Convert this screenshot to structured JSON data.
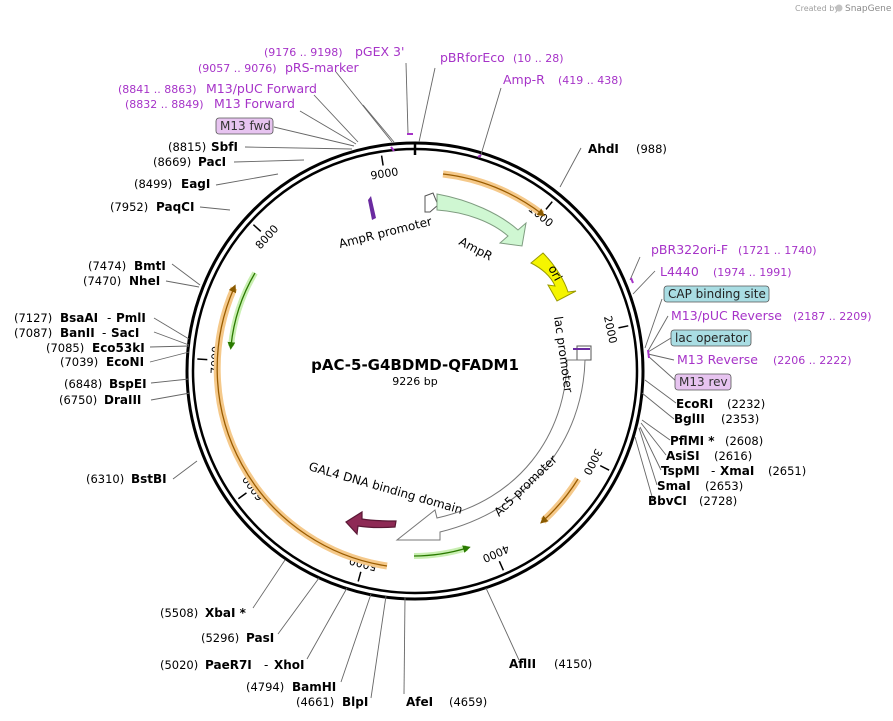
{
  "watermark": "Created by",
  "brand": "SnapGene",
  "plasmid": {
    "name": "pAC-5-G4BDMD-QFADM1",
    "size": "9226 bp"
  },
  "ticks": [
    "1000",
    "2000",
    "3000",
    "4000",
    "5000",
    "6000",
    "7000",
    "8000",
    "9000"
  ],
  "features": {
    "ampr_promoter": "AmpR promoter",
    "ampr": "AmpR",
    "ori": "ori",
    "lac_promoter": "lac promoter",
    "ac5_promoter": "Ac5 promoter",
    "gal4": "GAL4 DNA binding domain"
  },
  "primers": {
    "pgex3": {
      "name": "pGEX 3'",
      "range": "(9176 .. 9198)"
    },
    "prs_marker": {
      "name": "pRS-marker",
      "range": "(9057 .. 9076)"
    },
    "pbrforeco": {
      "name": "pBRforEco",
      "range": "(10 .. 28)"
    },
    "ampr": {
      "name": "Amp-R",
      "range": "(419 .. 438)"
    },
    "m13puc_fwd": {
      "name": "M13/pUC Forward",
      "range": "(8841 .. 8863)"
    },
    "m13_forward": {
      "name": "M13 Forward",
      "range": "(8832 .. 8849)"
    },
    "m13_fwd_box": "M13 fwd",
    "pbr322ori": {
      "name": "pBR322ori-F",
      "range": "(1721 .. 1740)"
    },
    "l4440": {
      "name": "L4440",
      "range": "(1974 .. 1991)"
    },
    "cap_binding": "CAP binding site",
    "m13puc_rev": {
      "name": "M13/pUC Reverse",
      "range": "(2187 .. 2209)"
    },
    "lac_operator": "lac operator",
    "m13_reverse": {
      "name": "M13 Reverse",
      "range": "(2206 .. 2222)"
    },
    "m13_rev_box": "M13 rev"
  },
  "sites_left": [
    {
      "pos": "(8815)",
      "name": "SbfI"
    },
    {
      "pos": "(8669)",
      "name": "PacI"
    },
    {
      "pos": "(8499)",
      "name": "EagI"
    },
    {
      "pos": "(7952)",
      "name": "PaqCI"
    },
    {
      "pos": "(7474)",
      "name": "BmtI"
    },
    {
      "pos": "(7470)",
      "name": "NheI"
    },
    {
      "pos": "(7127)",
      "name": "BsaAI",
      "name2": "PmlI"
    },
    {
      "pos": "(7087)",
      "name": "BanII",
      "name2": "SacI"
    },
    {
      "pos": "(7085)",
      "name": "Eco53kI"
    },
    {
      "pos": "(7039)",
      "name": "EcoNI"
    },
    {
      "pos": "(6848)",
      "name": "BspEI"
    },
    {
      "pos": "(6750)",
      "name": "DraIII"
    },
    {
      "pos": "(6310)",
      "name": "BstBI"
    },
    {
      "pos": "(5508)",
      "name": "XbaI *"
    },
    {
      "pos": "(5296)",
      "name": "PasI"
    },
    {
      "pos": "(5020)",
      "name": "PaeR7I",
      "name2": "XhoI"
    },
    {
      "pos": "(4794)",
      "name": "BamHI"
    },
    {
      "pos": "(4661)",
      "name": "BlpI"
    }
  ],
  "sites_right": [
    {
      "name": "AhdI",
      "pos": "(988)"
    },
    {
      "name": "EcoRI",
      "pos": "(2232)"
    },
    {
      "name": "BglII",
      "pos": "(2353)"
    },
    {
      "name": "PflMI *",
      "pos": "(2608)"
    },
    {
      "name": "AsiSI",
      "pos": "(2616)"
    },
    {
      "name": "TspMI",
      "name2": "XmaI",
      "pos": "(2651)"
    },
    {
      "name": "SmaI",
      "pos": "(2653)"
    },
    {
      "name": "BbvCI",
      "pos": "(2728)"
    },
    {
      "name": "AflII",
      "pos": "(4150)"
    },
    {
      "name": "AfeI",
      "pos": "(4659)"
    }
  ],
  "colors": {
    "primer": "#a633c8",
    "ampr_fill": "#cff7d2",
    "ori_fill": "#f5f500",
    "gal4_fill": "#8e2a55",
    "orf_orange": "#d98a00",
    "orf_green": "#3a9a10",
    "cap_box": "#a9dde3",
    "primer_box": "#e7c4f0"
  }
}
